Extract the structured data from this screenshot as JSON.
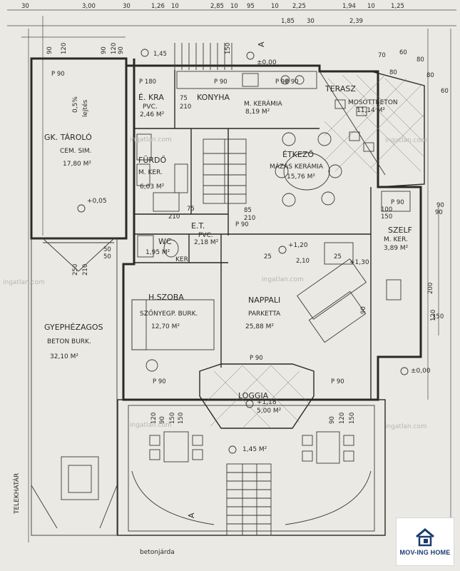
{
  "rooms": {
    "garage": {
      "name": "GK. TÁROLÓ",
      "finish": "CEM. SIM.",
      "area": "17,80 M²"
    },
    "kitchen": {
      "name": "KONYHA",
      "finish": "M. KERÁMIA",
      "area": "8,19 M²"
    },
    "pantry": {
      "name": "É. KRA",
      "finish": "PVC.",
      "area": "2,46 M²"
    },
    "terrace": {
      "name": "TERASZ",
      "finish": "MOSOTTBETON",
      "area": "11,14 M²"
    },
    "bathroom": {
      "name": "FÜRDŐ",
      "finish": "M. KER.",
      "area": "6,03 M²"
    },
    "dining": {
      "name": "ÉTKEZŐ",
      "finish": "MÁZAS KERÁMIA",
      "area": "15,76 M²"
    },
    "et": {
      "name": "E.T.",
      "finish": "PVC.",
      "area": "2,18 M²"
    },
    "wc": {
      "name": "WC",
      "area": "1,95 M²"
    },
    "closet": {
      "name": "SZELF",
      "finish": "M. KER.",
      "area": "3,89 M²"
    },
    "bedroom": {
      "name": "H.SZOBA",
      "finish": "SZŐNYEGP. BURK.",
      "area": "12,70 M²"
    },
    "living": {
      "name": "NAPPALI",
      "finish": "PARKETTA",
      "area": "25,88 M²"
    },
    "loggia": {
      "name": "LOGGIA",
      "area": "5,00 M²"
    },
    "yard": {
      "name": "GYEPHÉZAGOS",
      "finish": "BETON BURK.",
      "area": "32,10 M²"
    },
    "entry_area": {
      "area": "1,45 M²"
    }
  },
  "labels": {
    "slope": "0,5%",
    "slope_word": "lejtés",
    "boundary": "TELEKHATÁR",
    "sidewalk": "betonjárda",
    "section_a": "A",
    "ker": "KER."
  },
  "elevations": {
    "kitchen_top": "±0,00",
    "garage": "+0,05",
    "living": "+1,20",
    "living2": "+1,30",
    "loggia": "+1,18",
    "right_side": "±0,00"
  },
  "dimensions": {
    "top_row": [
      "30",
      "3,00",
      "30",
      "1,26",
      "10",
      "2,85",
      "10",
      "95",
      "10",
      "2,25",
      "1,94",
      "10",
      "1,25"
    ],
    "second_row": [
      "1,85",
      "30",
      "2,39"
    ],
    "labels": [
      "90",
      "120",
      "90",
      "90",
      "120",
      "P 90",
      "P 90",
      "P 180",
      "P 90",
      "P 90",
      "P 90",
      "75",
      "210",
      "1,45",
      "150",
      "90",
      "90",
      "150",
      "120",
      "90",
      "50",
      "50",
      "250",
      "210",
      "75",
      "210",
      "85",
      "210",
      "100",
      "150",
      "200",
      "150",
      "25",
      "2,10",
      "25",
      "90",
      "P 90",
      "P 90",
      "P 90",
      "P 90",
      "120",
      "150",
      "120",
      "150",
      "90",
      "60",
      "80",
      "80",
      "70",
      "60",
      "80"
    ]
  },
  "watermark": "ingatlan.com",
  "brand": {
    "name": "MOV-ING HOME"
  }
}
